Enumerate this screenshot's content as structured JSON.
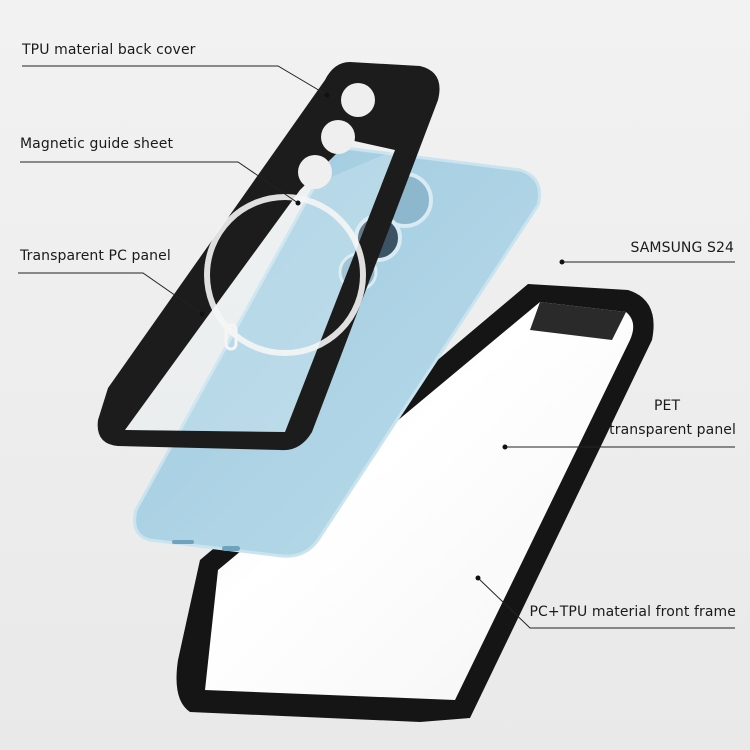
{
  "labels": {
    "back_cover": "TPU material back cover",
    "magnetic_sheet": "Magnetic guide sheet",
    "pc_panel": "Transparent PC panel",
    "phone_model": "SAMSUNG S24",
    "pet_line1": "PET",
    "pet_line2": "transparent panel",
    "front_frame": "PC+TPU material front frame"
  },
  "colors": {
    "background": "#efefef",
    "case_black": "#1c1c1c",
    "phone_blue": "#a9d0e2",
    "leader_line": "#222222"
  }
}
